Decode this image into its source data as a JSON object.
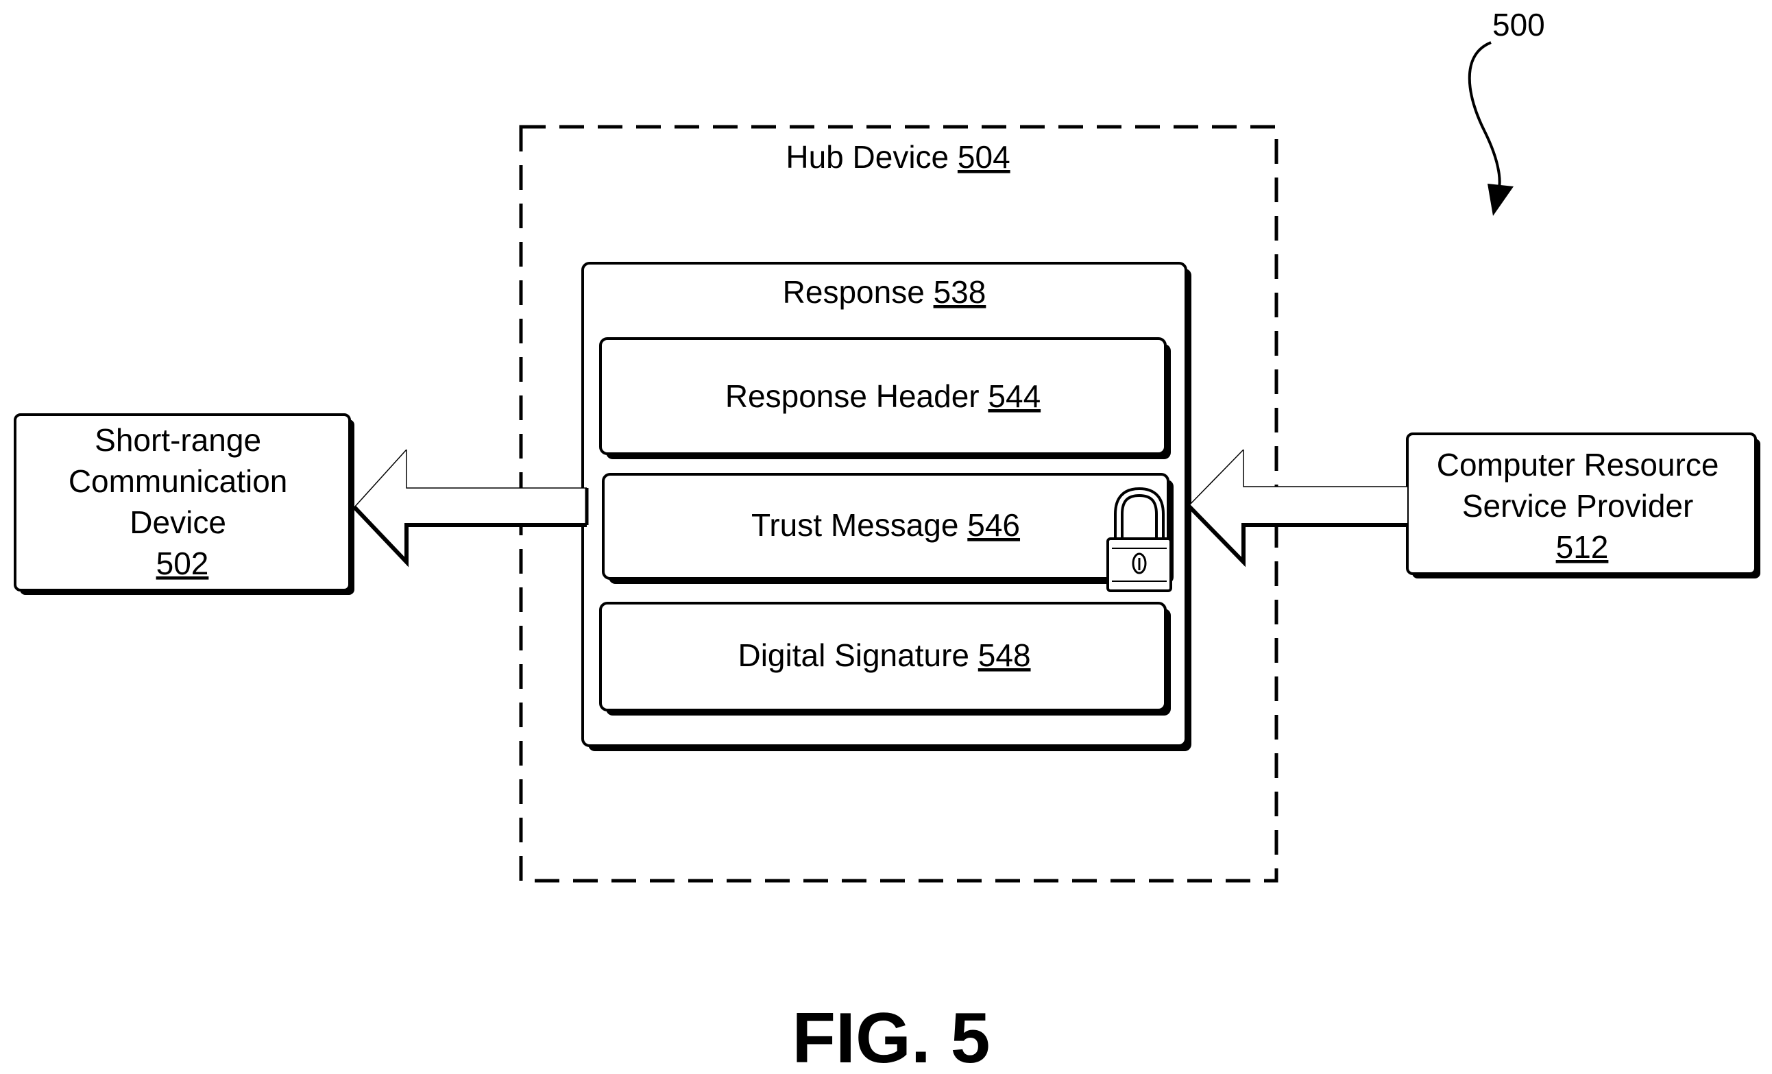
{
  "figure_ref": "500",
  "figure_caption": "FIG. 5",
  "short_range_device": {
    "line1": "Short-range",
    "line2": "Communication",
    "line3": "Device",
    "ref": "502"
  },
  "hub_device": {
    "label": "Hub Device",
    "ref": "504"
  },
  "response": {
    "label": "Response",
    "ref": "538"
  },
  "response_header": {
    "label": "Response Header",
    "ref": "544"
  },
  "trust_message": {
    "label": "Trust Message",
    "ref": "546"
  },
  "digital_signature": {
    "label": "Digital Signature",
    "ref": "548"
  },
  "service_provider": {
    "line1": "Computer Resource",
    "line2": "Service Provider",
    "ref": "512"
  },
  "icons": {
    "lock": "padlock-icon",
    "arrow_left_outbound": "hollow-arrow-left-icon",
    "arrow_left_inbound": "hollow-arrow-left-icon",
    "reference_pointer": "squiggle-arrow-icon"
  }
}
